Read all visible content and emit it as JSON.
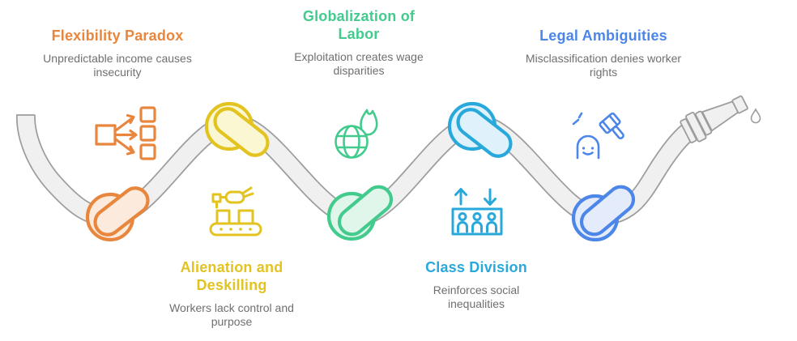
{
  "topics": [
    {
      "title": "Flexibility Paradox",
      "description": "Unpredictable income causes insecurity",
      "color": "#E8863D",
      "tint": "#FCEBDC",
      "icon": "distribution-icon",
      "label_position": "top",
      "knot_position": "valley-1"
    },
    {
      "title": "Alienation and Deskilling",
      "description": "Workers lack control and purpose",
      "color": "#E2C320",
      "tint": "#FBF7D3",
      "icon": "robot-arm-conveyor-icon",
      "label_position": "bottom",
      "knot_position": "peak-1"
    },
    {
      "title": "Globalization of Labor",
      "description": "Exploitation creates wage disparities",
      "color": "#43CB8E",
      "tint": "#E0F6EB",
      "icon": "globe-flame-icon",
      "label_position": "top",
      "knot_position": "valley-2"
    },
    {
      "title": "Class Division",
      "description": "Reinforces social inequalities",
      "color": "#29A9DB",
      "tint": "#DFF2FB",
      "icon": "elevator-people-icon",
      "label_position": "bottom",
      "knot_position": "peak-2"
    },
    {
      "title": "Legal Ambiguities",
      "description": "Misclassification denies worker rights",
      "color": "#4C86E8",
      "tint": "#E4EBFB",
      "icon": "gavel-ghost-icon",
      "label_position": "top",
      "knot_position": "valley-3"
    }
  ],
  "palette": {
    "description_text": "#6F6F6F",
    "rope_fill": "#F0F0F0",
    "rope_outline": "#9D9D9D",
    "droplet_fill": "#FFFFFF"
  }
}
